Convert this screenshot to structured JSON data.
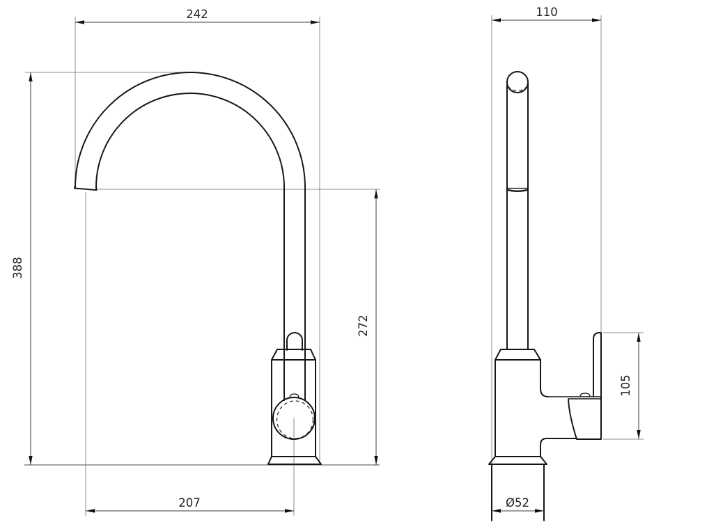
{
  "drawing": {
    "type": "technical-dimension-drawing",
    "subject": "kitchen-mixer-tap",
    "views": {
      "side_view_name": "side-view",
      "front_view_name": "front-view"
    }
  },
  "dimensions": {
    "side_view": {
      "overall_width": "242",
      "overall_height": "388",
      "spout_outlet_height": "272",
      "spout_reach": "207"
    },
    "front_view": {
      "overall_depth": "110",
      "handle_height": "105",
      "base_diameter": "Ø52"
    }
  }
}
